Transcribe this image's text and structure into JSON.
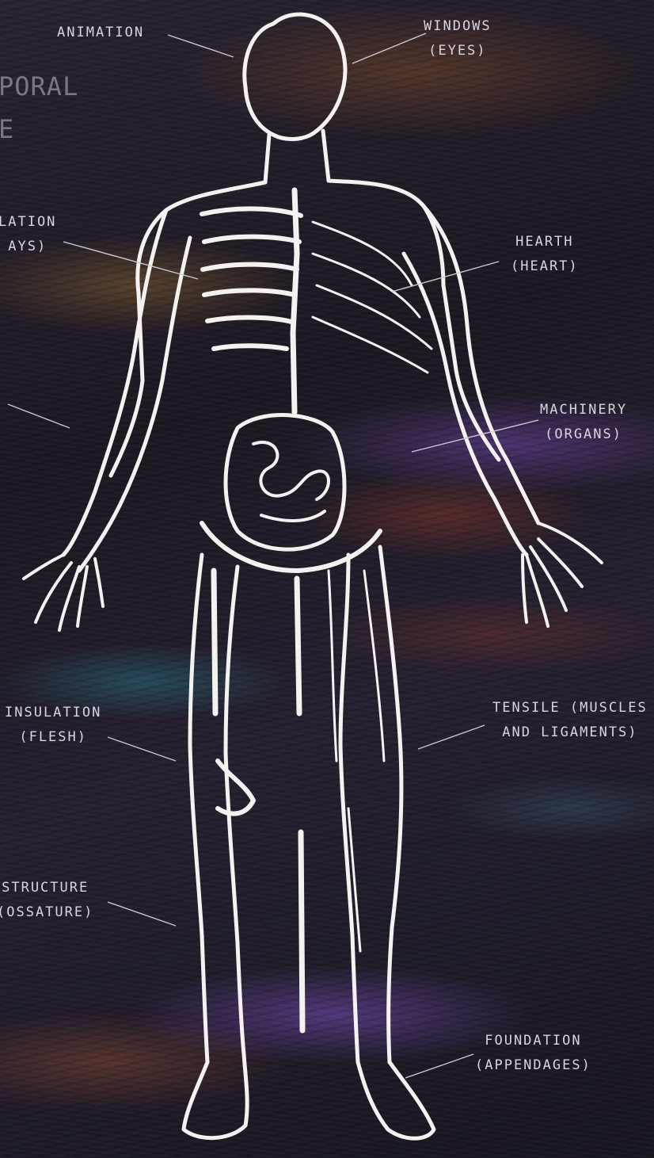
{
  "title_fragment": {
    "line1": "PORAL",
    "line2": "E"
  },
  "labels": {
    "animation": {
      "line1": "ANIMATION"
    },
    "windows": {
      "line1": "WINDOWS",
      "line2": "(EYES)"
    },
    "circulation": {
      "line1": "LATION",
      "line2": "AYS)"
    },
    "hearth": {
      "line1": "HEARTH",
      "line2": "(HEART)"
    },
    "machinery": {
      "line1": "MACHINERY",
      "line2": "(ORGANS)"
    },
    "insulation": {
      "line1": "INSULATION",
      "line2": "(FLESH)"
    },
    "tensile": {
      "line1": "TENSILE (MUSCLES",
      "line2": "AND LIGAMENTS)"
    },
    "structure": {
      "line1": "STRUCTURE",
      "line2": "(OSSATURE)"
    },
    "foundation": {
      "line1": "FOUNDATION",
      "line2": "(APPENDAGES)"
    }
  },
  "colors": {
    "background": "#1f1a22",
    "figure_stroke": "#f4f2f0",
    "label_text": "#d9d4de"
  }
}
